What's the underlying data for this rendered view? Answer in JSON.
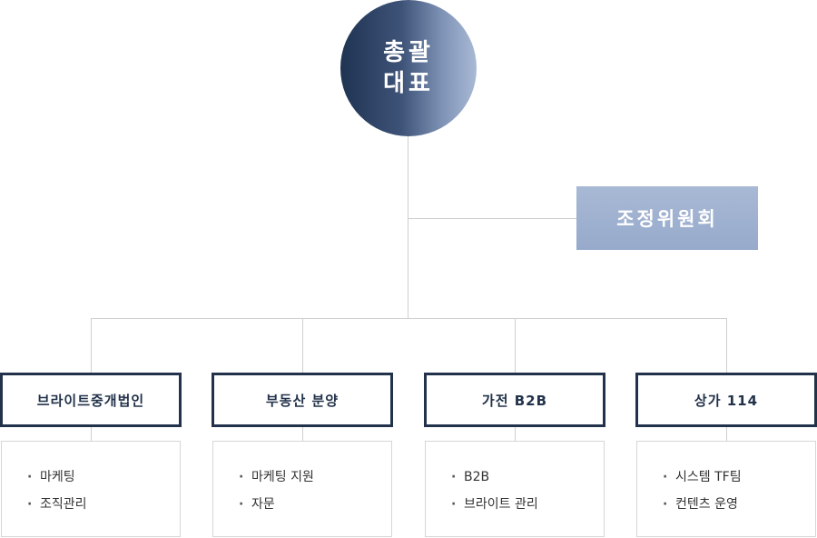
{
  "ceo": {
    "line1": "총괄",
    "line2": "대표"
  },
  "committee": {
    "label": "조정위원회"
  },
  "departments": [
    {
      "title": "브라이트중개법인",
      "items": [
        "마케팅",
        "조직관리"
      ]
    },
    {
      "title": "부동산 분양",
      "items": [
        "마케팅 지원",
        "자문"
      ]
    },
    {
      "title": "가전 B2B",
      "items": [
        "B2B",
        "브라이트 관리"
      ]
    },
    {
      "title": "상가 114",
      "items": [
        "시스템 TF팀",
        "컨텐츠 운영"
      ]
    }
  ],
  "colors": {
    "navy": "#22324a",
    "committee_fill": "#a0b3d1",
    "connector": "#cfcfcf"
  }
}
